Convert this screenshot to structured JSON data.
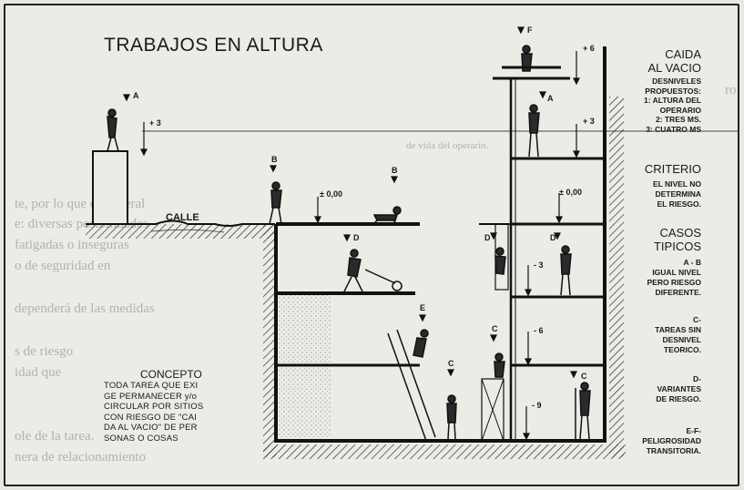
{
  "title": "TRABAJOS EN ALTURA",
  "calle_label": "CALLE",
  "side_panel": {
    "caida_heading": [
      "CAIDA",
      "AL VACIO"
    ],
    "caida_body": [
      "DESNIVELES",
      "PROPUESTOS:",
      "1: ALTURA DEL",
      "OPERARIO",
      "2: TRES MS.",
      "3: CUATRO MS"
    ],
    "criterio_heading": "CRITERIO",
    "criterio_body": [
      "EL NIVEL NO",
      "DETERMINA",
      "EL RIESGO."
    ],
    "casos_heading": [
      "CASOS",
      "TIPICOS"
    ],
    "casos_ab": [
      "A - B",
      "IGUAL NIVEL",
      "PERO RIESGO",
      "DIFERENTE."
    ],
    "casos_c": [
      "C-",
      "TAREAS SIN",
      "DESNIVEL",
      "TEORICO."
    ],
    "casos_d": [
      "D-",
      "VARIANTES",
      "DE RIESGO."
    ],
    "casos_ef": [
      "E-F-",
      "PELIGROSIDAD",
      "TRANSITORIA."
    ]
  },
  "concepto": {
    "heading": "CONCEPTO",
    "body": [
      "TODA TAREA QUE EXI",
      "GE PERMANECER y/o",
      "CIRCULAR POR SITIOS",
      "CON RIESGO DE \"CAI",
      "DA AL VACIO\" DE PER",
      "SONAS O COSAS"
    ]
  },
  "figure_labels": {
    "a_left": "A",
    "b_street": "B",
    "b_crawl": "B",
    "d_cart": "D",
    "e_ladder": "E",
    "c_lower": "C",
    "f_top": "F",
    "a_right": "A",
    "d_right1": "D",
    "d_right2": "D",
    "c_right1": "C",
    "c_right2": "C"
  },
  "level_labels": {
    "left_plus3": "+ 3",
    "plus000_left": "± 0,00",
    "plus6_top": "+ 6",
    "plus3_right": "+ 3",
    "plus000_right": "± 0,00",
    "minus3": "- 3",
    "minus6": "- 6",
    "minus9": "- 9"
  },
  "background_bleed": [
    "rofes que aquí dependerá de diversas circunstancias",
    "de vida del operario.",
    "te, por lo que es general",
    "e: diversas posibilidades",
    "fatigadas o inseguras",
    "o de seguridad en",
    "dependerá de las medidas",
    "s de riesgo",
    "idad que",
    "ole de la tarea.",
    "nera de relacionamiento"
  ]
}
